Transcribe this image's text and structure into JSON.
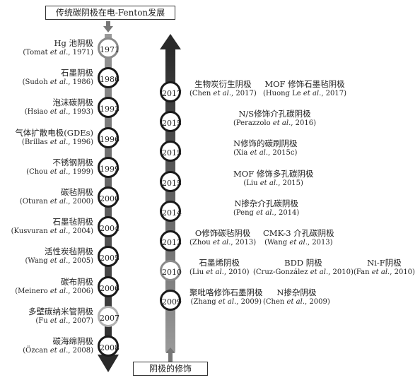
{
  "top_label": "传统碳阴极在电-Fenton发展",
  "bottom_label": "阴极的修饰",
  "left_timeline": [
    {
      "year": "1971",
      "name": "Hg 池阴极",
      "cite_author": "(Tomat",
      "cite_rest": "., 1971)",
      "ring": "#8a8a8a"
    },
    {
      "year": "1986",
      "name": "石墨阴极",
      "cite_author": "(Sudoh",
      "cite_rest": "., 1986)",
      "ring": "#1a1a1a"
    },
    {
      "year": "1993",
      "name": "泡沫碳阴极",
      "cite_author": "(Hsiao",
      "cite_rest": "., 1993)",
      "ring": "#1a1a1a"
    },
    {
      "year": "1996",
      "name": "气体扩散电极(GDEs)",
      "cite_author": "(Brillas",
      "cite_rest": "., 1996)",
      "ring": "#1a1a1a"
    },
    {
      "year": "1999",
      "name": "不锈钢阴极",
      "cite_author": "(Chou",
      "cite_rest": "., 1999)",
      "ring": "#1a1a1a"
    },
    {
      "year": "2000",
      "name": "碳毡阴极",
      "cite_author": "(Oturan",
      "cite_rest": "., 2000)",
      "ring": "#1a1a1a"
    },
    {
      "year": "2004",
      "name": "石墨毡阴极",
      "cite_author": "(Kusvuran",
      "cite_rest": "., 2004)",
      "ring": "#1a1a1a"
    },
    {
      "year": "2005",
      "name": "活性炭毡阴极",
      "cite_author": "(Wang",
      "cite_rest": "., 2005)",
      "ring": "#1a1a1a"
    },
    {
      "year": "2006",
      "name": "碳布阴极",
      "cite_author": "(Meinero",
      "cite_rest": "., 2006)",
      "ring": "#1a1a1a"
    },
    {
      "year": "2007",
      "name": "多壁碳纳米管阴极",
      "cite_author": "(Fu",
      "cite_rest": "., 2007)",
      "ring": "#b0b0b0"
    },
    {
      "year": "2008",
      "name": "碳海绵阴极",
      "cite_author": "(Özcan",
      "cite_rest": "., 2008)",
      "ring": "#1a1a1a"
    }
  ],
  "et_al": "et al",
  "right_timeline": [
    {
      "year": "2017",
      "ring": "#1a1a1a",
      "entries": [
        {
          "name": "生物炭衍生阴极",
          "cite_author": "(Chen",
          "cite_rest": "., 2017)"
        },
        {
          "name": "MOF 修饰石墨毡阴极",
          "cite_author": "(Huong Le",
          "cite_rest": "., 2017)"
        }
      ]
    },
    {
      "year": "2015",
      "ring": "#1a1a1a",
      "entries": [
        {
          "name": "N/S修饰介孔碳阴极",
          "cite_author": "(Perazzolo",
          "cite_rest": "., 2016)"
        }
      ]
    },
    {
      "year": "2015",
      "ring": "#1a1a1a",
      "entries": [
        {
          "name": "N修饰的碳刷阴极",
          "cite_author": "(Xia",
          "cite_rest": "., 2015c)"
        }
      ]
    },
    {
      "year": "2015",
      "ring": "#1a1a1a",
      "entries": [
        {
          "name": "MOF 修饰多孔碳阴极",
          "cite_author": "(Liu",
          "cite_rest": "., 2015)"
        }
      ]
    },
    {
      "year": "2014",
      "ring": "#1a1a1a",
      "entries": [
        {
          "name": "N掺杂介孔碳阴极",
          "cite_author": "(Peng",
          "cite_rest": "., 2014)"
        }
      ]
    },
    {
      "year": "2013",
      "ring": "#1a1a1a",
      "entries": [
        {
          "name": "O修饰碳毡阴极",
          "cite_author": "(Zhou",
          "cite_rest": "., 2013)"
        },
        {
          "name": "CMK-3 介孔碳阴极",
          "cite_author": "(Wang",
          "cite_rest": "., 2013)"
        }
      ]
    },
    {
      "year": "2010",
      "ring": "#8a8a8a",
      "entries": [
        {
          "name": "石墨烯阴极",
          "cite_author": "(Liu",
          "cite_rest": "., 2010)"
        },
        {
          "name": "BDD 阴极",
          "cite_author": "(Cruz-González",
          "cite_rest": "., 2010)"
        },
        {
          "name": "Ni-F阴极",
          "cite_author": "(Fan",
          "cite_rest": "., 2010)"
        }
      ]
    },
    {
      "year": "2009",
      "ring": "#1a1a1a",
      "entries": [
        {
          "name": "聚吡咯修饰石墨阴极",
          "cite_author": "(Zhang",
          "cite_rest": "., 2009)"
        },
        {
          "name": "N掺杂阴极",
          "cite_author": "(Chen",
          "cite_rest": "., 2009)"
        }
      ]
    }
  ]
}
